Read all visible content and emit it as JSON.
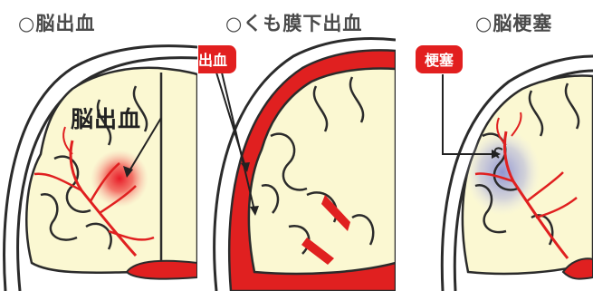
{
  "panels": [
    {
      "title": "○脳出血",
      "inline_label": "脳出血"
    },
    {
      "title": "○くも膜下出血",
      "badge": "出血"
    },
    {
      "title": "○脳梗塞",
      "badge": "梗塞"
    }
  ],
  "colors": {
    "brain": "#fbf8d2",
    "outline": "#2b2b2b",
    "blood": "#e02020",
    "infarct": "#8a8fd6",
    "skull": "#ffffff"
  }
}
